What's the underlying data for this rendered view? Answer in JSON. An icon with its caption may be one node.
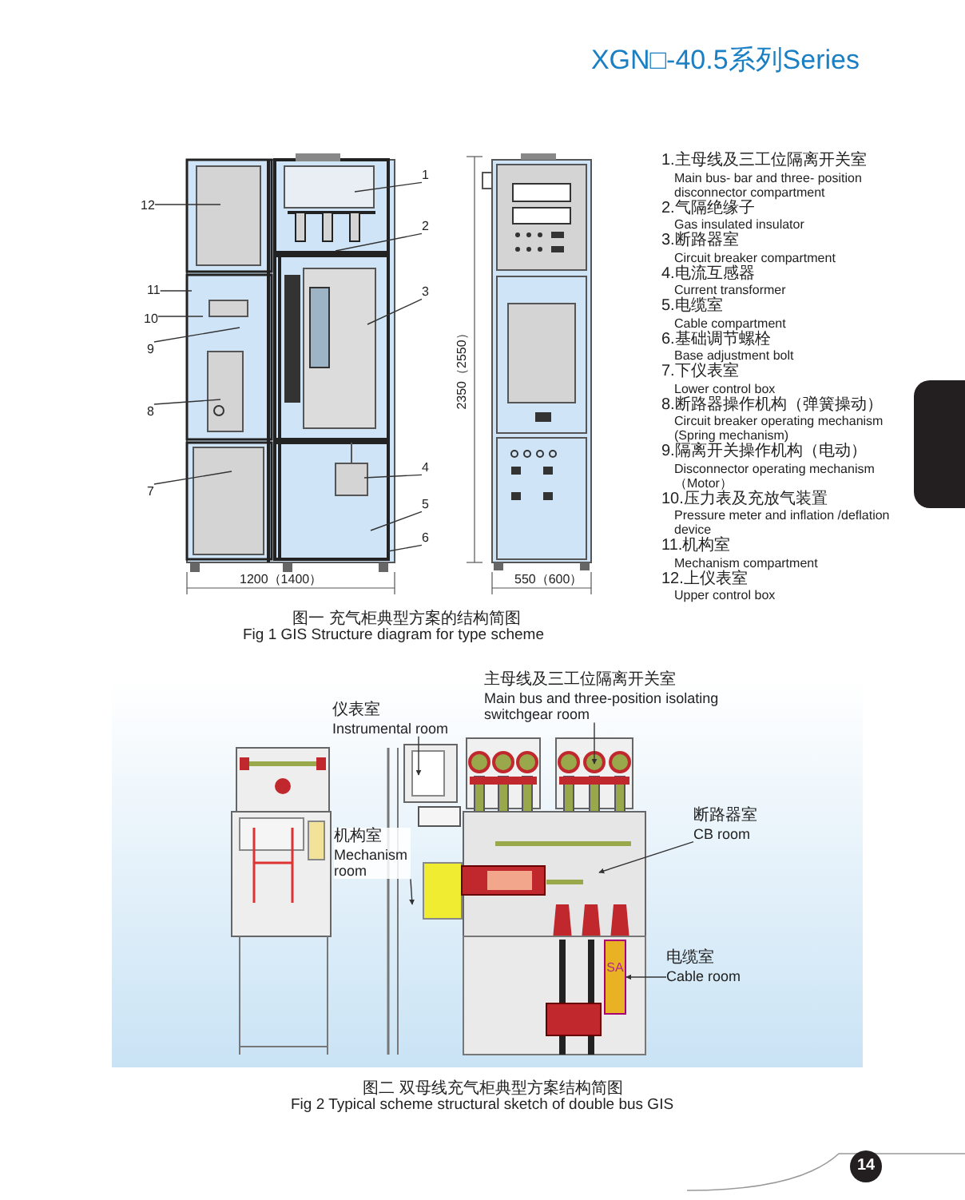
{
  "diagram": {
    "title": "XGN□-40.5系列Series",
    "nodes": [
      {
        "text": [
          "12"
        ]
      },
      {
        "text": [
          "11"
        ]
      },
      {
        "text": [
          "10"
        ]
      },
      {
        "text": [
          "9"
        ]
      },
      {
        "text": [
          "8"
        ]
      },
      {
        "text": [
          "7"
        ]
      },
      {
        "text": [
          "1"
        ]
      },
      {
        "text": [
          "2"
        ]
      },
      {
        "text": [
          "3"
        ]
      },
      {
        "text": [
          "4"
        ]
      },
      {
        "text": [
          "5"
        ]
      },
      {
        "text": [
          "6"
        ]
      },
      {
        "text": [
          "仪表室",
          "Instrumental room"
        ]
      },
      {
        "text": [
          "主母线及三工位隔离开关室",
          "Main bus and three-position isolating switchgear room"
        ]
      },
      {
        "text": [
          "机构室",
          "Mechanism room"
        ]
      },
      {
        "text": [
          "断路器室",
          "CB room"
        ]
      },
      {
        "text": [
          "电缆室",
          "Cable room"
        ]
      },
      {
        "text": [],
        "shape": "box"
      },
      {
        "text": [
          "SA"
        ]
      }
    ],
    "edges": [
      {
        "from": 0,
        "to": null,
        "arrow": "none"
      },
      {
        "from": 1,
        "to": null,
        "arrow": "none"
      },
      {
        "from": 2,
        "to": null,
        "arrow": "none"
      },
      {
        "from": 3,
        "to": null,
        "arrow": "none"
      },
      {
        "from": 4,
        "to": null,
        "arrow": "none"
      },
      {
        "from": 5,
        "to": null,
        "arrow": "none"
      },
      {
        "from": 6,
        "to": null,
        "arrow": "none"
      },
      {
        "from": 7,
        "to": null,
        "arrow": "none"
      },
      {
        "from": 8,
        "to": null,
        "arrow": "none"
      },
      {
        "from": 9,
        "to": null,
        "arrow": "none"
      },
      {
        "from": 10,
        "to": null,
        "arrow": "none"
      },
      {
        "from": 11,
        "to": null,
        "arrow": "none"
      },
      {
        "from": 12,
        "to": null,
        "arrow": "to"
      },
      {
        "from": 13,
        "to": null,
        "arrow": "to"
      },
      {
        "from": 14,
        "to": null,
        "arrow": "to"
      },
      {
        "from": 15,
        "to": null,
        "arrow": "to"
      },
      {
        "from": 16,
        "to": 18,
        "arrow": "to"
      }
    ],
    "labels": [
      "1.主母线及三工位隔离开关室",
      "Main bus- bar and three- position disconnector compartment",
      "2.气隔绝缘子",
      "Gas insulated insulator",
      "3.断路器室",
      "Circuit breaker compartment",
      "4.电流互感器",
      "Current transformer",
      "5.电缆室",
      "Cable compartment",
      "6.基础调节螺栓",
      "Base adjustment bolt",
      "7.下仪表室",
      "Lower control box",
      "8.断路器操作机构（弹簧操动）",
      "Circuit breaker operating mechanism (Spring mechanism)",
      "9.隔离开关操作机构（电动）",
      "Disconnector operating mechanism（Motor）",
      "10.压力表及充放气装置",
      "Pressure meter and inflation /deflation device",
      "11.机构室",
      "Mechanism compartment",
      "12.上仪表室",
      "Upper control box",
      "2350（2550）",
      "1200（1400）",
      "550（600）",
      "图一 充气柜典型方案的结构简图",
      "Fig 1 GIS Structure diagram for type scheme",
      "图二 双母线充气柜典型方案结构简图",
      "Fig 2 Typical scheme structural sketch of double bus GIS",
      "14"
    ]
  }
}
